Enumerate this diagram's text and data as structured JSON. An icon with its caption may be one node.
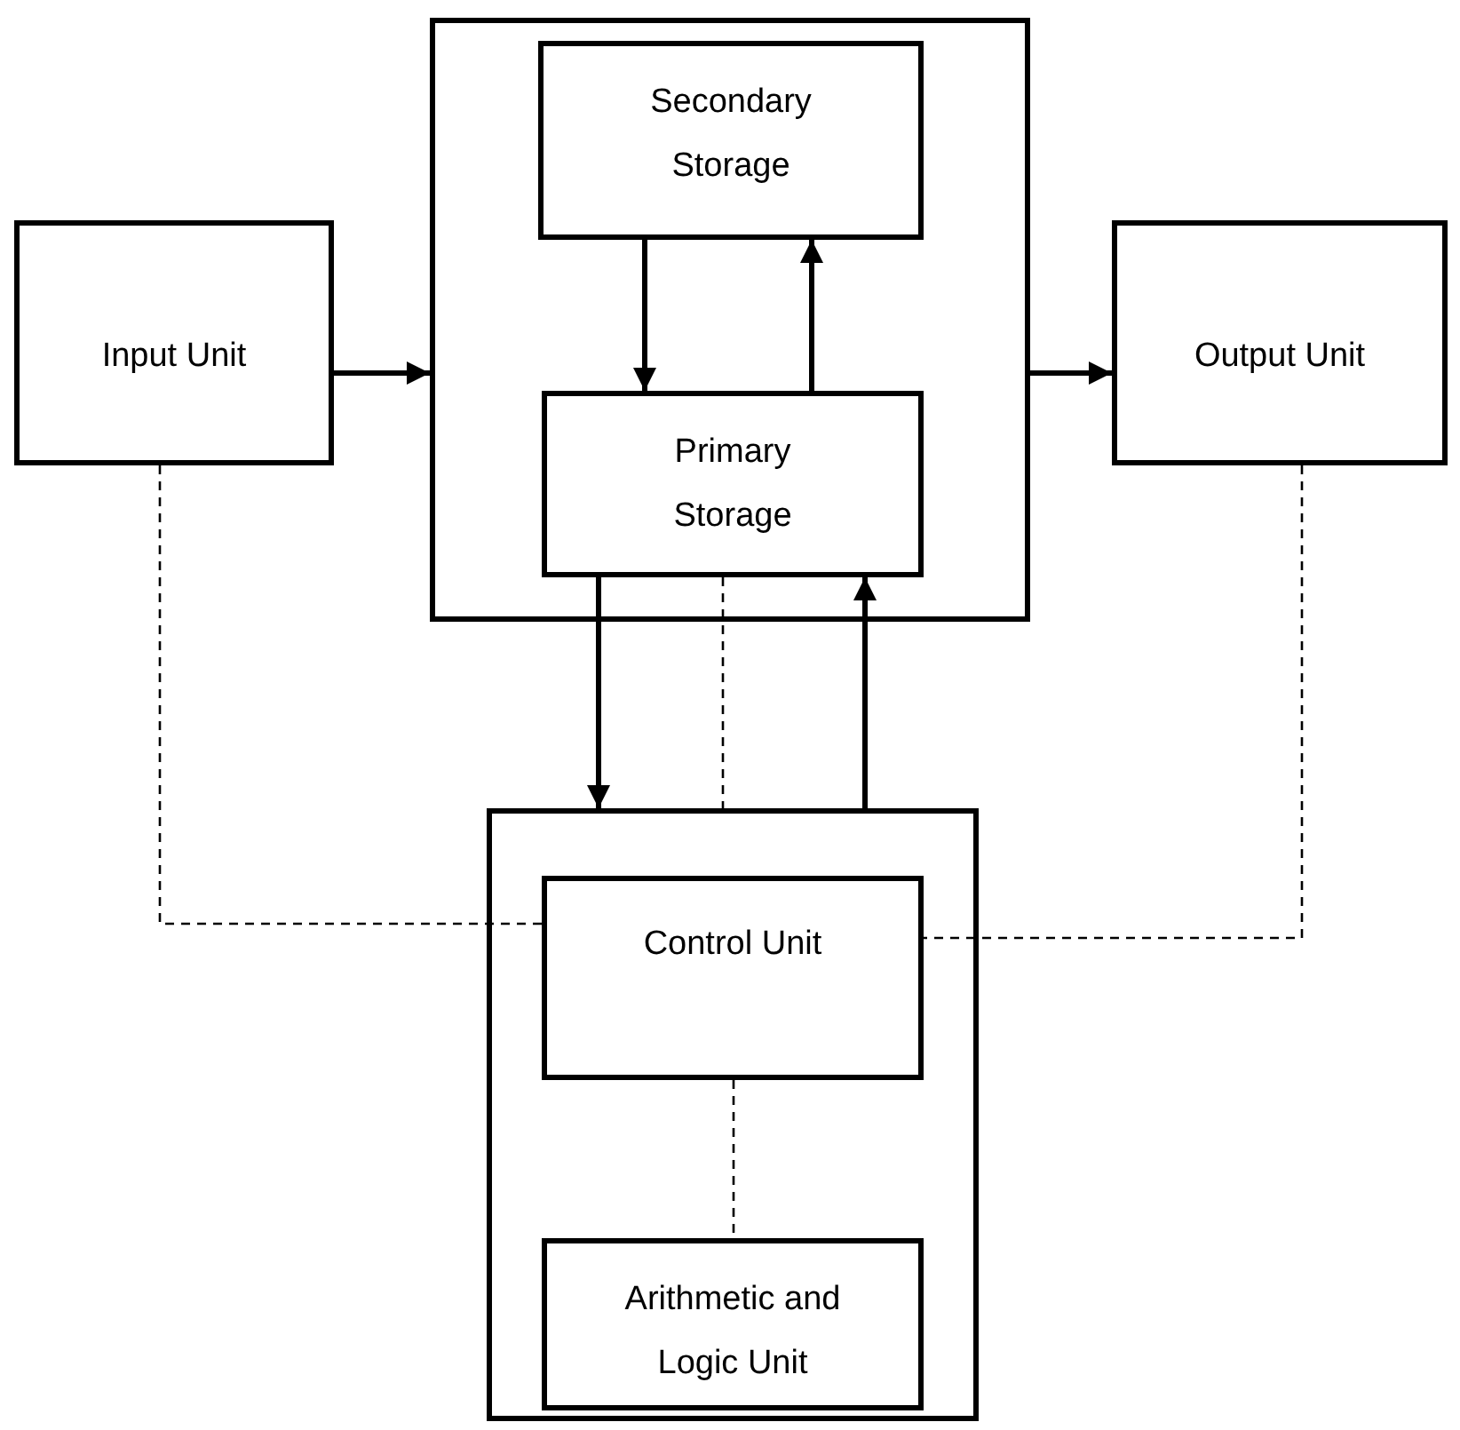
{
  "diagram": {
    "nodes": [
      {
        "text": [
          "Input Unit"
        ]
      },
      {
        "text": [],
        "shape": "box"
      },
      {
        "text": [
          "Secondary Storage"
        ],
        "in": 1
      },
      {
        "text": [
          "Primary Storage"
        ],
        "in": 1
      },
      {
        "text": [
          "Output Unit"
        ]
      },
      {
        "text": [],
        "shape": "box"
      },
      {
        "text": [
          "Control Unit"
        ],
        "in": 5
      },
      {
        "text": [
          "Arithmetic and Logic Unit"
        ],
        "in": 5
      }
    ],
    "edges": [
      {
        "from": 0,
        "to": 1,
        "arrow": "to"
      },
      {
        "from": 1,
        "to": 4,
        "arrow": "to"
      },
      {
        "from": 2,
        "to": 3,
        "arrow": "to"
      },
      {
        "from": 3,
        "to": 2,
        "arrow": "to"
      },
      {
        "from": 3,
        "to": 5,
        "arrow": "to"
      },
      {
        "from": 5,
        "to": 3,
        "arrow": "to"
      },
      {
        "from": 3,
        "to": 5,
        "arrow": "none",
        "style": "dashed"
      },
      {
        "from": 0,
        "to": 6,
        "arrow": "none",
        "style": "dashed"
      },
      {
        "from": 4,
        "to": 6,
        "arrow": "none",
        "style": "dashed"
      },
      {
        "from": 6,
        "to": 7,
        "arrow": "none",
        "style": "dashed"
      }
    ]
  }
}
